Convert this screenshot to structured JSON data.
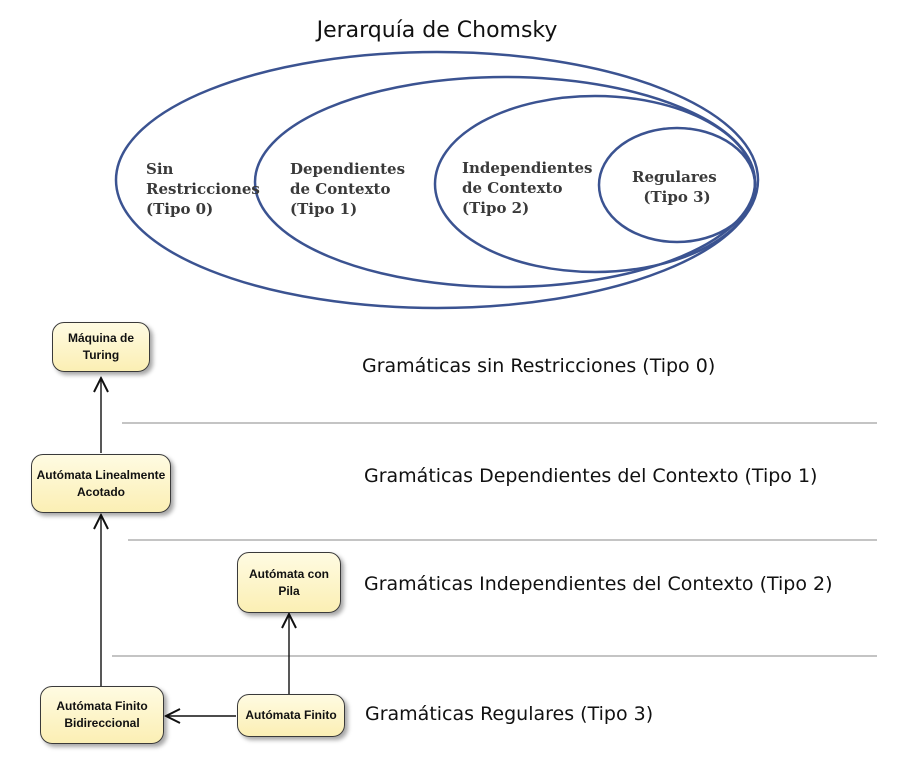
{
  "title": "Jerarquía de Chomsky",
  "ellipses": {
    "type0": [
      "Sin",
      "Restricciones",
      "(Tipo 0)"
    ],
    "type1": [
      "Dependientes",
      "de Contexto",
      "(Tipo 1)"
    ],
    "type2": [
      "Independientes",
      "de Contexto",
      "(Tipo 2)"
    ],
    "type3": [
      "Regulares",
      "(Tipo 3)"
    ]
  },
  "automata": {
    "turing": "Máquina de Turing",
    "lba": "Autómata Linealmente Acotado",
    "pushdown": "Autómata con Pila",
    "two_way": "Autómata Finito Bidireccional",
    "finite": "Autómata Finito"
  },
  "levels": {
    "type0": "Gramáticas sin Restricciones (Tipo 0)",
    "type1": "Gramáticas Dependientes del Contexto (Tipo 1)",
    "type2": "Gramáticas Independientes del Contexto (Tipo 2)",
    "type3": "Gramáticas Regulares (Tipo 3)"
  },
  "colors": {
    "ellipse_stroke": "#3b5391",
    "box_fill": "#fbefb4"
  }
}
